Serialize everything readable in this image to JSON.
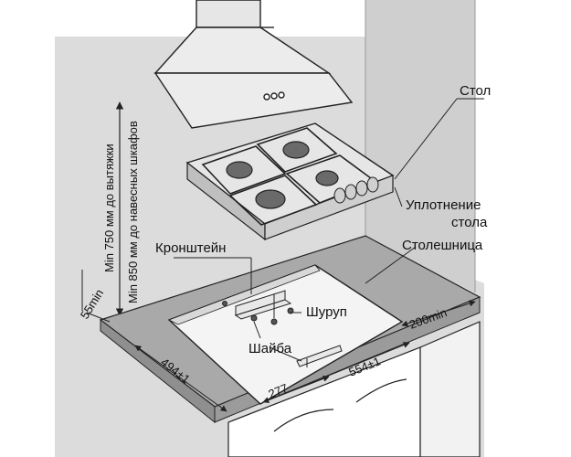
{
  "labels": {
    "table": "Стол",
    "seal": "Уплотнение",
    "seal2": "стола",
    "worktop": "Столешница",
    "bracket": "Кронштейн",
    "screw": "Шуруп",
    "washer": "Шайба",
    "vert1": "Min 750 мм до вытяжки",
    "vert2": "Min 850 мм до навесных шкафов"
  },
  "dimensions": {
    "depth_margin": "55min",
    "side_margin": "200min",
    "cutout_depth": "494±1",
    "cutout_width": "554±1",
    "bracket_pos": "277"
  },
  "colors": {
    "wall": "#dcdcdc",
    "worktop": "#a9a9a9",
    "line": "#222222"
  }
}
